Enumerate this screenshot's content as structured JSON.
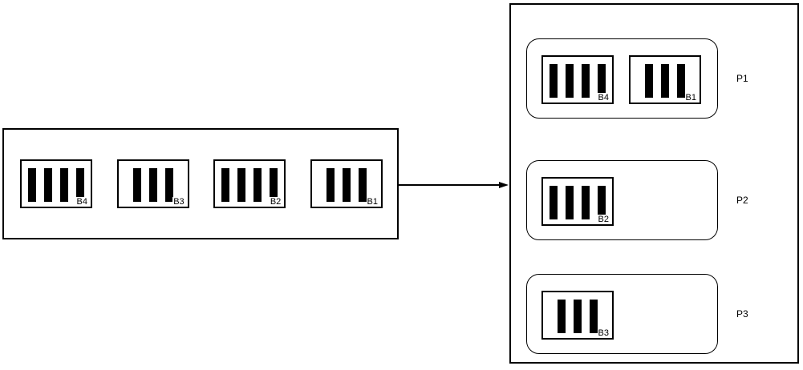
{
  "diagram": {
    "background_color": "#ffffff",
    "line_color": "#000000",
    "bar_color": "#000000",
    "source_pool": {
      "batches": [
        {
          "id": "B4",
          "bars": 4
        },
        {
          "id": "B3",
          "bars": 3
        },
        {
          "id": "B2",
          "bars": 4
        },
        {
          "id": "B1",
          "bars": 3
        }
      ]
    },
    "arrow": {
      "direction": "right"
    },
    "partitions": [
      {
        "id": "P1",
        "batches": [
          {
            "id": "B4",
            "bars": 4
          },
          {
            "id": "B1",
            "bars": 3
          }
        ]
      },
      {
        "id": "P2",
        "batches": [
          {
            "id": "B2",
            "bars": 4
          }
        ]
      },
      {
        "id": "P3",
        "batches": [
          {
            "id": "B3",
            "bars": 3
          }
        ]
      }
    ]
  }
}
